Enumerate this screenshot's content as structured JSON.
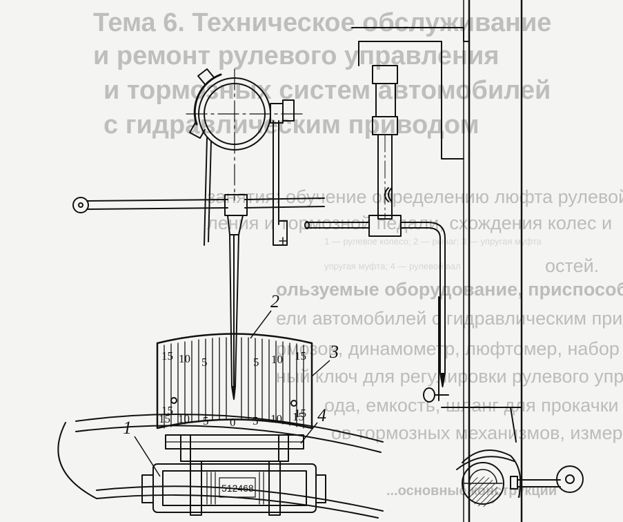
{
  "bleed_through": {
    "heading_lines": [
      "Тема 6. Техническое обслуживание",
      "и ремонт рулевого управления",
      "и тормозных систем автомобилей",
      "с гидравлическим приводом"
    ],
    "body_lines": [
      "занятия: обучение определению люфта рулевой ру",
      "ления и тормозной педали, схождения колес и",
      "остей.",
      "ользуемые оборудование, приспособления, инструмент",
      "ели автомобилей с гидравлическим приводом торм",
      "рмозов, динамометр, люфтомер, набор щупов тарелок",
      "ный ключ для регулировки рулевого управления",
      "ода, емкость, шланг для прокачки тормозов",
      "ов тормозных механизмов, измерительная линейка"
    ],
    "bottom_heading": "...основные конструкции",
    "small_lines": [
      "1 — рулевое колесо; 2 — рычаг; 3 — упругая муфта",
      "упругая муфта; 4 — рулевой вал"
    ]
  },
  "figure": {
    "callouts": [
      "1",
      "2",
      "3",
      "4"
    ],
    "scale_top": [
      "15",
      "10",
      "5",
      "5",
      "10",
      "15"
    ],
    "scale_bottom_side": [
      "15",
      "15"
    ],
    "scale_bottom": [
      "15",
      "10",
      "5",
      "0",
      "5",
      "10",
      "15"
    ],
    "serial_number": "512468"
  }
}
